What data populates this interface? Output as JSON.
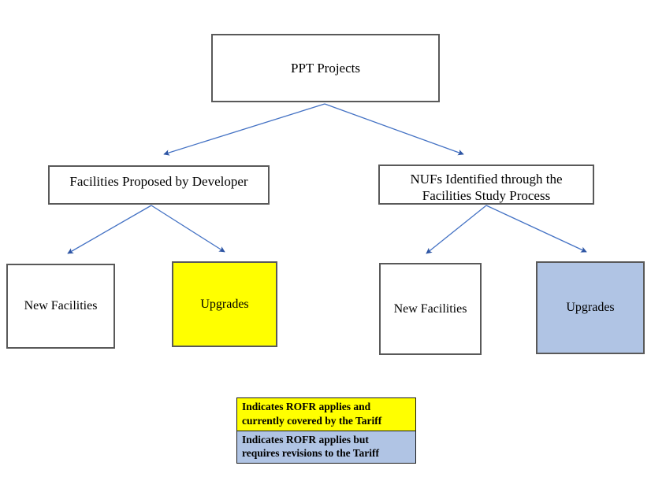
{
  "diagram": {
    "title_node": {
      "id": "root",
      "label": "PPT Projects"
    },
    "level2": [
      {
        "id": "dev",
        "label": "Facilities Proposed by Developer"
      },
      {
        "id": "nuf",
        "label": "NUFs Identified through the\nFacilities Study Process"
      }
    ],
    "level3": [
      {
        "id": "dev-new",
        "label": "New Facilities",
        "fill": "#FFFFFF"
      },
      {
        "id": "dev-upg",
        "label": "Upgrades",
        "fill": "#FFFF00"
      },
      {
        "id": "nuf-new",
        "label": "New Facilities",
        "fill": "#FFFFFF"
      },
      {
        "id": "nuf-upg",
        "label": "Upgrades",
        "fill": "#B0C4E4"
      }
    ]
  },
  "legend": {
    "rows": [
      {
        "text": "Indicates ROFR applies and\ncurrently covered by the Tariff",
        "fill": "#FFFF00"
      },
      {
        "text": "Indicates ROFR applies but\nrequires revisions to the Tariff",
        "fill": "#B0C4E4"
      }
    ]
  },
  "style": {
    "arrow_color": "#4472C4",
    "arrowhead_color": "#2E55A3",
    "box_border_color": "#595959",
    "background": "#FFFFFF"
  }
}
